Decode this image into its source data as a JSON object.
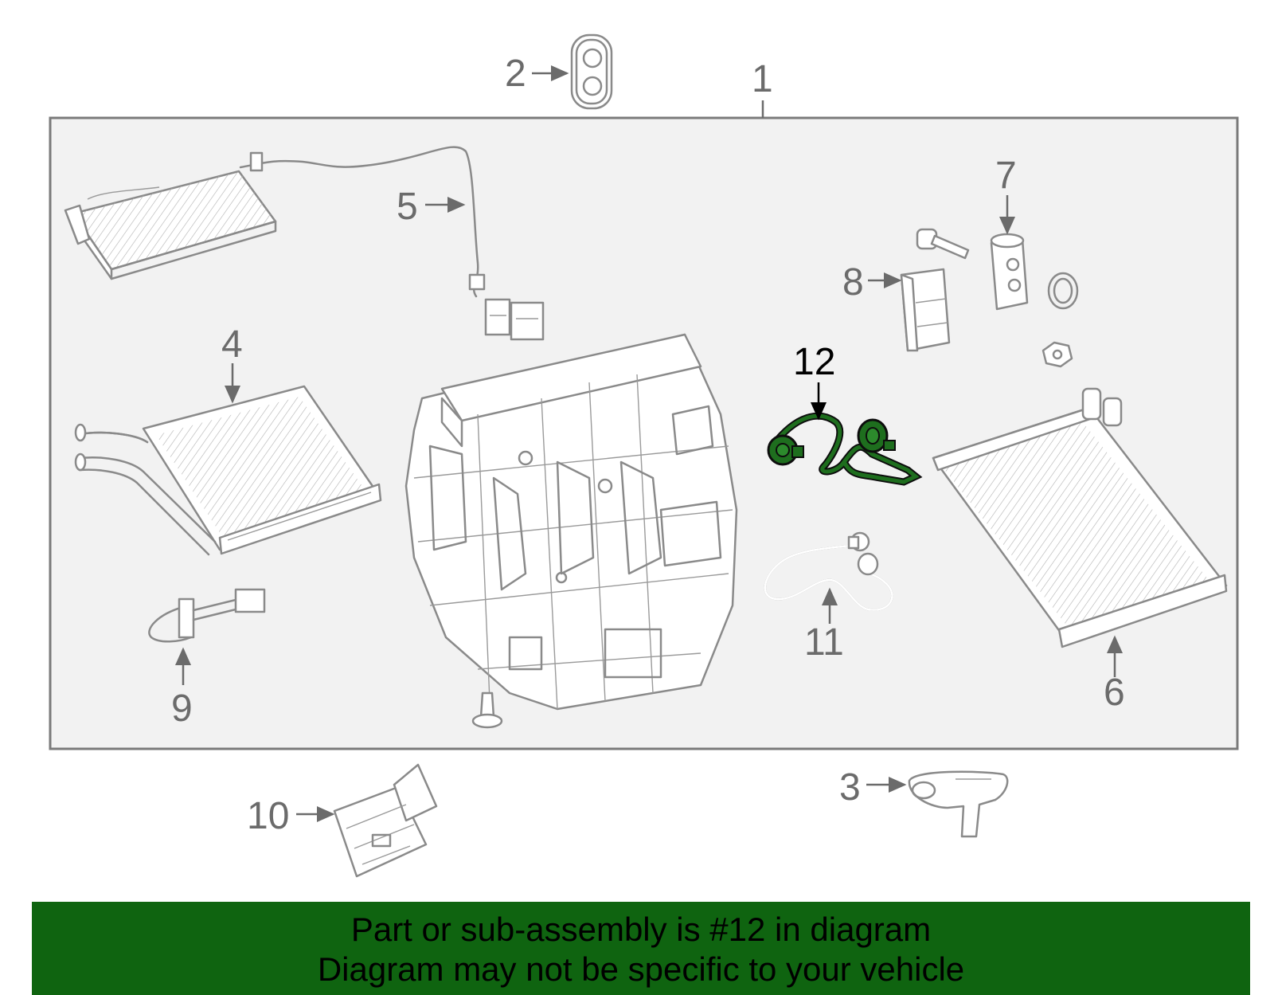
{
  "diagram": {
    "callouts": [
      {
        "id": "1",
        "label": "1"
      },
      {
        "id": "2",
        "label": "2"
      },
      {
        "id": "3",
        "label": "3"
      },
      {
        "id": "4",
        "label": "4"
      },
      {
        "id": "5",
        "label": "5"
      },
      {
        "id": "6",
        "label": "6"
      },
      {
        "id": "7",
        "label": "7"
      },
      {
        "id": "8",
        "label": "8"
      },
      {
        "id": "9",
        "label": "9"
      },
      {
        "id": "10",
        "label": "10"
      },
      {
        "id": "11",
        "label": "11"
      },
      {
        "id": "12",
        "label": "12"
      }
    ],
    "highlighted_part": "12",
    "colors": {
      "panel_bg": "#f2f2f2",
      "part_stroke": "#8a8a8a",
      "highlight_fill": "#1e6e1e",
      "banner_bg": "#0f6410"
    }
  },
  "banner": {
    "line1": "Part or sub-assembly is #12 in diagram",
    "line2": "Diagram may not be specific to your vehicle"
  }
}
